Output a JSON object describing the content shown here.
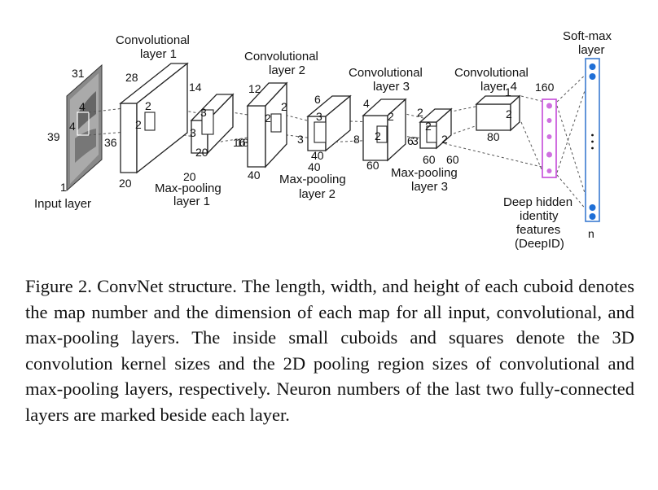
{
  "figure": {
    "input": {
      "label": "Input layer",
      "dims": [
        "31",
        "39",
        "1"
      ],
      "kernel": [
        "4",
        "4"
      ]
    },
    "conv1": {
      "label_line1": "Convolutional",
      "label_line2": "layer 1",
      "dims": [
        "28",
        "36",
        "20"
      ],
      "kernel": [
        "2",
        "2"
      ]
    },
    "pool1": {
      "label_line1": "Max-pooling",
      "label_line2": "layer 1",
      "dims": [
        "14",
        "18",
        "20"
      ],
      "kernel": [
        "3",
        "3",
        "20"
      ]
    },
    "conv2": {
      "label_line1": "Convolutional",
      "label_line2": "layer 2",
      "dims": [
        "12",
        "16",
        "40"
      ],
      "kernel": [
        "2",
        "2"
      ]
    },
    "pool2": {
      "label_line1": "Max-pooling",
      "label_line2": "layer 2",
      "dims": [
        "6",
        "8",
        "40"
      ],
      "kernel": [
        "3",
        "3",
        "40"
      ]
    },
    "conv3": {
      "label_line1": "Convolutional",
      "label_line2": "layer 3",
      "dims": [
        "4",
        "6",
        "60"
      ],
      "kernel": [
        "2",
        "2"
      ]
    },
    "pool3": {
      "label_line1": "Max-pooling",
      "label_line2": "layer 3",
      "dims": [
        "2",
        "3",
        "60"
      ],
      "kernel": [
        "2",
        "2",
        "60"
      ]
    },
    "conv4": {
      "label_line1": "Convolutional",
      "label_line2": "layer 4",
      "dims": [
        "1",
        "2",
        "80"
      ]
    },
    "deepid": {
      "count": "160",
      "label_line1": "Deep hidden",
      "label_line2": "identity",
      "label_line3": "features",
      "label_line4": "(DeepID)"
    },
    "softmax": {
      "label_line1": "Soft-max",
      "label_line2": "layer",
      "count": "n"
    },
    "colors": {
      "deepid_border": "#c44ad8",
      "deepid_node": "#cf6fe0",
      "softmax_border": "#3b7bd0",
      "softmax_node": "#1f6fd6"
    }
  },
  "caption": "Figure 2. ConvNet structure.  The length, width, and height of each cuboid denotes the map number and the dimension of each map for all input, convolutional, and max-pooling layers.  The inside small cuboids and squares denote the 3D convolution kernel sizes and the 2D pooling region sizes of convolutional and max-pooling layers, respectively. Neuron numbers of the last two fully-connected layers are marked beside each layer."
}
